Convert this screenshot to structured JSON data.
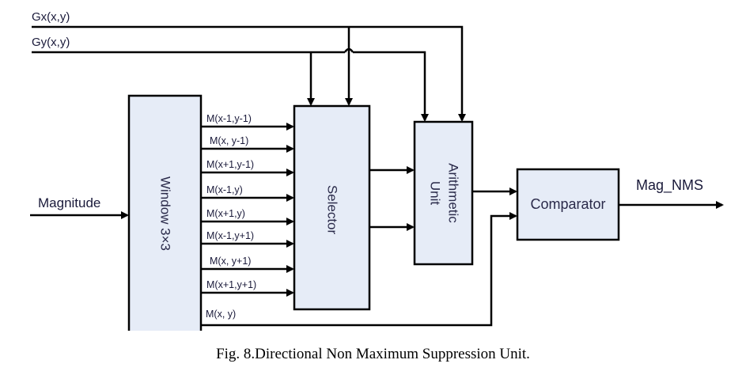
{
  "diagram": {
    "inputs": {
      "gx": "Gx(x,y)",
      "gy": "Gy(x,y)",
      "magnitude": "Magnitude"
    },
    "blocks": {
      "window": "Window 3×3",
      "selector": "Selector",
      "arithmetic_line1": "Arithmetic",
      "arithmetic_line2": "Unit",
      "comparator": "Comparator"
    },
    "neighbor_signals": [
      "M(x-1,y-1)",
      "M(x, y-1)",
      "M(x+1,y-1)",
      "M(x-1,y)",
      "M(x+1,y)",
      "M(x-1,y+1)",
      "M(x, y+1)",
      "M(x+1,y+1)"
    ],
    "center_signal": "M(x, y)",
    "output": "Mag_NMS",
    "colors": {
      "block_fill": "#e6ecf7",
      "line": "#000000"
    }
  },
  "caption": "Fig. 8.Directional  Non Maximum Suppression Unit."
}
